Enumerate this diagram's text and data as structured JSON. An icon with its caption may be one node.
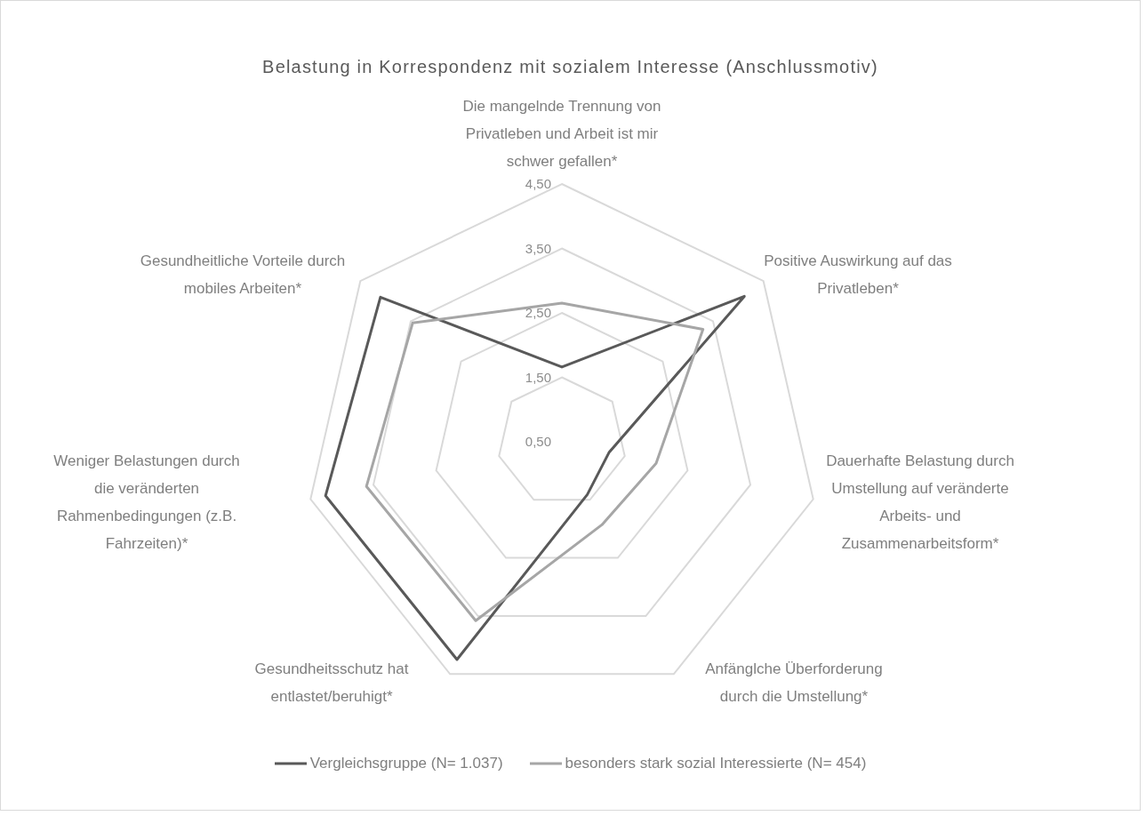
{
  "diagram": {
    "title": "Belastung in Korrespondenz mit sozialem Interesse (Anschlussmotiv)",
    "chart_data": {
      "type": "radar",
      "categories": [
        "Die mangelnde Trennung von Privatleben und Arbeit ist mir schwer gefallen*",
        "Positive Auswirkung auf das Privatleben*",
        "Dauerhafte Belastung durch Umstellung auf veränderte Arbeits- und Zusammenarbeitsform*",
        "Anfänglche Überforderung durch die Umstellung*",
        "Gesundheitsschutz hat entlastet/beruhigt*",
        "Weniger Belastungen durch die veränderten Rahmenbedingungen (z.B. Fahrzeiten)*",
        "Gesundheitliche Vorteile durch mobiles Arbeiten*"
      ],
      "series": [
        {
          "name": "Vergleichsgruppe (N= 1.037)",
          "color": "#595959",
          "values": [
            1.66,
            4.12,
            1.25,
            1.41,
            4.25,
            4.26,
            4.1
          ]
        },
        {
          "name": "besonders stark sozial Interessierte (N= 454)",
          "color": "#a6a6a6",
          "values": [
            2.65,
            3.3,
            2.0,
            1.93,
            3.58,
            3.61,
            3.46
          ]
        }
      ],
      "legend": "bottom",
      "ylim": [
        0.5,
        4.5
      ],
      "yticks": [
        {
          "value": 0.5,
          "label": "0,50"
        },
        {
          "value": 1.5,
          "label": "1,50"
        },
        {
          "value": 2.5,
          "label": "2,50"
        },
        {
          "value": 3.5,
          "label": "3,50"
        },
        {
          "value": 4.5,
          "label": "4,50"
        }
      ]
    }
  }
}
